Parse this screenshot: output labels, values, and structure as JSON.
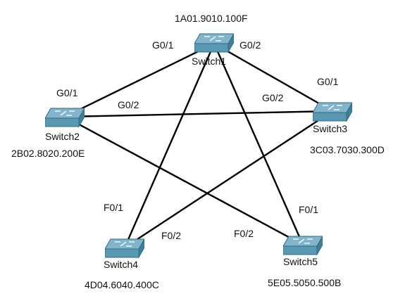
{
  "switches": [
    {
      "id": "switch1",
      "name": "Switch1",
      "mac": "1A01.9010.100F"
    },
    {
      "id": "switch2",
      "name": "Switch2",
      "mac": "2B02.8020.200E"
    },
    {
      "id": "switch3",
      "name": "Switch3",
      "mac": "3C03.7030.300D"
    },
    {
      "id": "switch4",
      "name": "Switch4",
      "mac": "4D04.6040.400C"
    },
    {
      "id": "switch5",
      "name": "Switch5",
      "mac": "5E05.5050.500B"
    }
  ],
  "links": [
    {
      "from": "switch1",
      "to": "switch2",
      "from_port": "G0/1",
      "to_port": "G0/1"
    },
    {
      "from": "switch1",
      "to": "switch3",
      "from_port": "G0/2",
      "to_port": "G0/1"
    },
    {
      "from": "switch2",
      "to": "switch3",
      "from_port": "G0/2",
      "to_port": "G0/2"
    },
    {
      "from": "switch1",
      "to": "switch4",
      "from_port": "",
      "to_port": "F0/1"
    },
    {
      "from": "switch1",
      "to": "switch5",
      "from_port": "",
      "to_port": "F0/1"
    },
    {
      "from": "switch3",
      "to": "switch4",
      "from_port": "",
      "to_port": "F0/2"
    },
    {
      "from": "switch2",
      "to": "switch5",
      "from_port": "",
      "to_port": "F0/2"
    }
  ],
  "port_labels": [
    {
      "id": "s1-g01",
      "text": "G0/1"
    },
    {
      "id": "s1-g02",
      "text": "G0/2"
    },
    {
      "id": "s2-g01",
      "text": "G0/1"
    },
    {
      "id": "s2-g02",
      "text": "G0/2"
    },
    {
      "id": "s3-g01",
      "text": "G0/1"
    },
    {
      "id": "s3-g02",
      "text": "G0/2"
    },
    {
      "id": "s4-f01",
      "text": "F0/1"
    },
    {
      "id": "s4-f02",
      "text": "F0/2"
    },
    {
      "id": "s5-f01",
      "text": "F0/1"
    },
    {
      "id": "s5-f02",
      "text": "F0/2"
    }
  ],
  "colors": {
    "link": "#000000",
    "switch_top": "#7fb2c9",
    "switch_side": "#3e7f99",
    "switch_front": "#5a97b0",
    "switch_arrows": "#e8f2f6"
  },
  "icons": {
    "switch": "network-switch-icon"
  }
}
